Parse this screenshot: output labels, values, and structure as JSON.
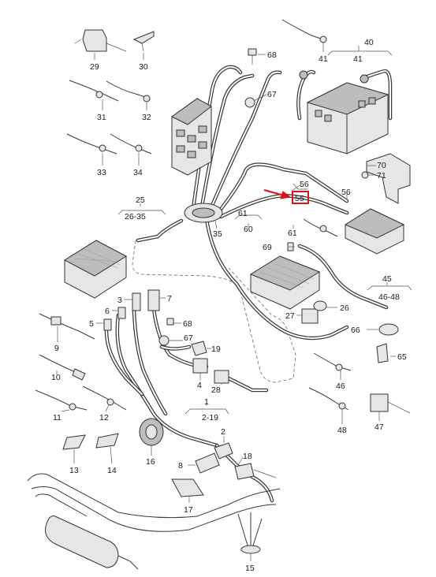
{
  "callouts": [
    {
      "id": "c29",
      "text": "29"
    },
    {
      "id": "c30",
      "text": "30"
    },
    {
      "id": "c68a",
      "text": "68"
    },
    {
      "id": "c41a",
      "text": "41"
    },
    {
      "id": "c40",
      "text": "40"
    },
    {
      "id": "c41b",
      "text": "41"
    },
    {
      "id": "c31",
      "text": "31"
    },
    {
      "id": "c32",
      "text": "32"
    },
    {
      "id": "c67a",
      "text": "67"
    },
    {
      "id": "c33",
      "text": "33"
    },
    {
      "id": "c34",
      "text": "34"
    },
    {
      "id": "c70",
      "text": "70"
    },
    {
      "id": "c71",
      "text": "71"
    },
    {
      "id": "c56a",
      "text": "56"
    },
    {
      "id": "c56b",
      "text": "56"
    },
    {
      "id": "c25",
      "text": "25"
    },
    {
      "id": "c26-35",
      "text": "26-35"
    },
    {
      "id": "c35",
      "text": "35"
    },
    {
      "id": "c61a",
      "text": "61"
    },
    {
      "id": "c60",
      "text": "60"
    },
    {
      "id": "c61b",
      "text": "61"
    },
    {
      "id": "c69",
      "text": "69"
    },
    {
      "id": "c45",
      "text": "45"
    },
    {
      "id": "c46-48",
      "text": "46-48"
    },
    {
      "id": "c3",
      "text": "3"
    },
    {
      "id": "c7",
      "text": "7"
    },
    {
      "id": "c6",
      "text": "6"
    },
    {
      "id": "c5",
      "text": "5"
    },
    {
      "id": "c68b",
      "text": "68"
    },
    {
      "id": "c67b",
      "text": "67"
    },
    {
      "id": "c19",
      "text": "19"
    },
    {
      "id": "c27",
      "text": "27"
    },
    {
      "id": "c26",
      "text": "26"
    },
    {
      "id": "c66",
      "text": "66"
    },
    {
      "id": "c65",
      "text": "65"
    },
    {
      "id": "c9",
      "text": "9"
    },
    {
      "id": "c10",
      "text": "10"
    },
    {
      "id": "c4",
      "text": "4"
    },
    {
      "id": "c28",
      "text": "28"
    },
    {
      "id": "c46",
      "text": "46"
    },
    {
      "id": "c11",
      "text": "11"
    },
    {
      "id": "c12",
      "text": "12"
    },
    {
      "id": "c1",
      "text": "1"
    },
    {
      "id": "c2-19",
      "text": "2-19"
    },
    {
      "id": "c47",
      "text": "47"
    },
    {
      "id": "c48",
      "text": "48"
    },
    {
      "id": "c2",
      "text": "2"
    },
    {
      "id": "c16",
      "text": "16"
    },
    {
      "id": "c13",
      "text": "13"
    },
    {
      "id": "c14",
      "text": "14"
    },
    {
      "id": "c8",
      "text": "8"
    },
    {
      "id": "c18",
      "text": "18"
    },
    {
      "id": "c17",
      "text": "17"
    },
    {
      "id": "c15",
      "text": "15"
    }
  ],
  "highlighted_callout": {
    "text": "55",
    "color": "#e0101a"
  }
}
